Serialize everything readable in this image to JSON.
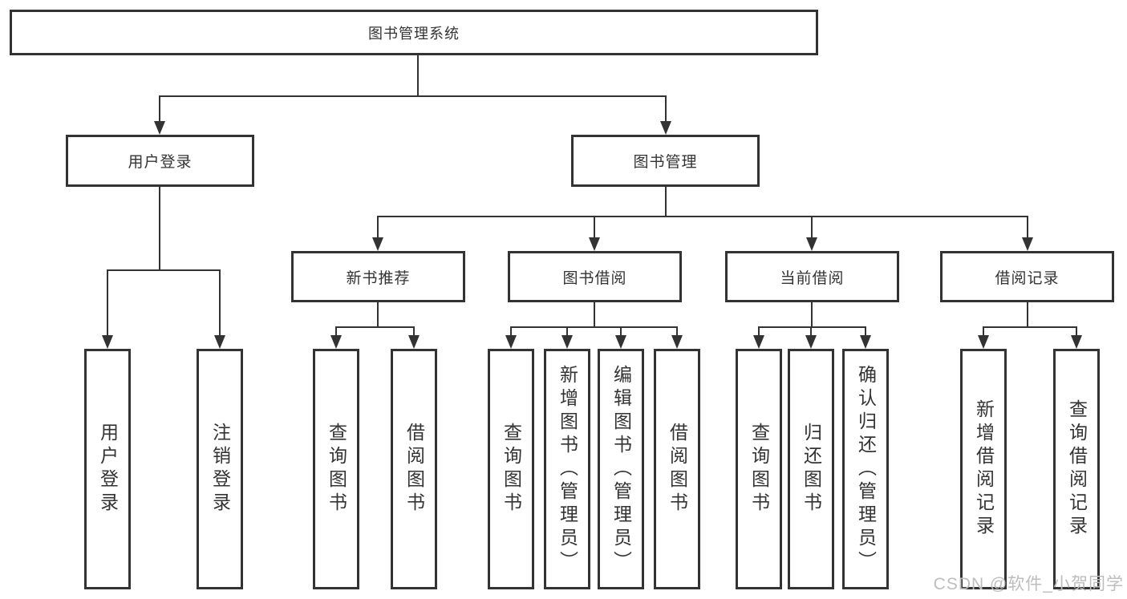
{
  "diagram": {
    "root": {
      "label": "图书管理系统"
    },
    "user_login": {
      "label": "用户登录",
      "children": [
        {
          "label": "用户登录"
        },
        {
          "label": "注销登录"
        }
      ]
    },
    "book_management": {
      "label": "图书管理",
      "sections": [
        {
          "label": "新书推荐",
          "children": [
            {
              "label": "查询图书"
            },
            {
              "label": "借阅图书"
            }
          ]
        },
        {
          "label": "图书借阅",
          "children": [
            {
              "label": "查询图书"
            },
            {
              "label": "新增图书（管理员）"
            },
            {
              "label": "编辑图书（管理员）"
            },
            {
              "label": "借阅图书"
            }
          ]
        },
        {
          "label": "当前借阅",
          "children": [
            {
              "label": "查询图书"
            },
            {
              "label": "归还图书"
            },
            {
              "label": "确认归还（管理员）"
            }
          ]
        },
        {
          "label": "借阅记录",
          "children": [
            {
              "label": "新增借阅记录"
            },
            {
              "label": "查询借阅记录"
            }
          ]
        }
      ]
    },
    "watermark": "CSDN @软件_小贺同学",
    "colors": {
      "line": "#333333",
      "text": "#333333",
      "watermark": "#bdbdbd",
      "background": "#ffffff"
    }
  }
}
